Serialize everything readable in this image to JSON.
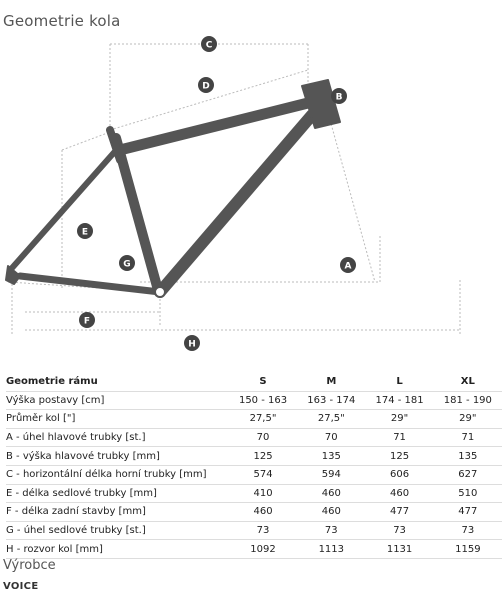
{
  "page": {
    "title": "Geometrie kola",
    "manufacturer_heading": "Výrobce",
    "manufacturer_name": "VOICE"
  },
  "diagram": {
    "markers": [
      "A",
      "B",
      "C",
      "D",
      "E",
      "F",
      "G",
      "H"
    ],
    "frame_color": "#555555",
    "marker_color": "#444444"
  },
  "table": {
    "header": {
      "label": "Geometrie rámu",
      "sizes": [
        "S",
        "M",
        "L",
        "XL"
      ]
    },
    "rows": [
      {
        "label": "Výška postavy [cm]",
        "values": [
          "150 - 163",
          "163 - 174",
          "174 - 181",
          "181 - 190"
        ]
      },
      {
        "label": "Průměr kol [\"]",
        "values": [
          "27,5\"",
          "27,5\"",
          "29\"",
          "29\""
        ]
      },
      {
        "label": "A - úhel hlavové trubky [st.]",
        "values": [
          "70",
          "70",
          "71",
          "71"
        ]
      },
      {
        "label": "B - výška hlavové trubky [mm]",
        "values": [
          "125",
          "135",
          "125",
          "135"
        ]
      },
      {
        "label": "C - horizontální délka horní trubky [mm]",
        "values": [
          "574",
          "594",
          "606",
          "627"
        ]
      },
      {
        "label": "E - délka sedlové trubky [mm]",
        "values": [
          "410",
          "460",
          "460",
          "510"
        ]
      },
      {
        "label": "F - délka zadní stavby [mm]",
        "values": [
          "460",
          "460",
          "477",
          "477"
        ]
      },
      {
        "label": "G - úhel sedlové trubky [st.]",
        "values": [
          "73",
          "73",
          "73",
          "73"
        ]
      },
      {
        "label": "H - rozvor kol [mm]",
        "values": [
          "1092",
          "1113",
          "1131",
          "1159"
        ]
      }
    ]
  }
}
